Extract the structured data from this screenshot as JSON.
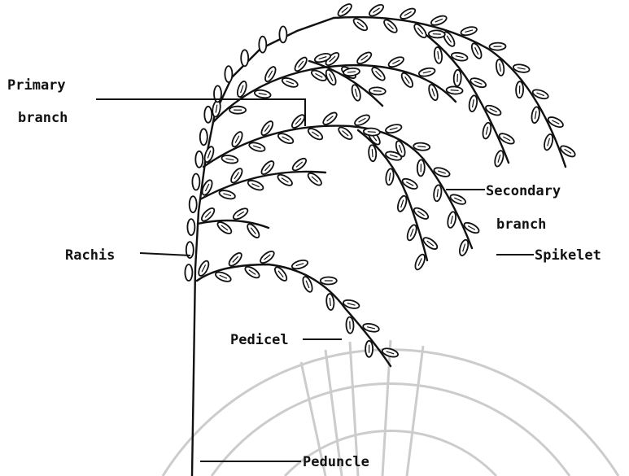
{
  "diagram": {
    "colors": {
      "ink": "#111111",
      "background": "#ffffff",
      "watermark": "#b8b8b8"
    },
    "labels": {
      "primary_line1": "Primary",
      "primary_line2": "branch",
      "secondary_line1": "Secondary",
      "secondary_line2": "branch",
      "spikelet": "Spikelet",
      "rachis": "Rachis",
      "pedicel": "Pedicel",
      "peduncle": "Peduncle"
    }
  }
}
